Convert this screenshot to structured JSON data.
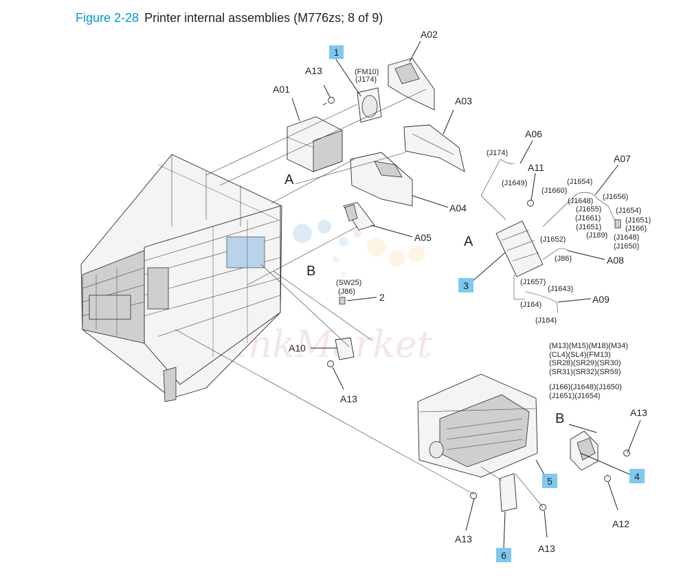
{
  "figure": {
    "number": "Figure 2-28",
    "caption": "Printer internal assemblies (M776zs; 8 of 9)"
  },
  "colors": {
    "figure_number": "#0096d6",
    "callout_box": "#7fc8ef",
    "ink": "#231f20"
  },
  "watermark": {
    "text": "InkMarket"
  },
  "callouts": [
    "1",
    "2",
    "3",
    "4",
    "5",
    "6"
  ],
  "parts": {
    "a01": "A01",
    "a02": "A02",
    "a03": "A03",
    "a04": "A04",
    "a05": "A05",
    "a06": "A06",
    "a07": "A07",
    "a08": "A08",
    "a09": "A09",
    "a10": "A10",
    "a11": "A11",
    "a12": "A12",
    "a13": "A13"
  },
  "markers": {
    "a": "A",
    "b": "B"
  },
  "connectors": {
    "fan": [
      "(FM10)",
      "(J174)"
    ],
    "a06_top": "(J174)",
    "a06_bottom": "(J1649)",
    "a07_list": [
      "(J1654)",
      "(J1660)",
      "(J1656)",
      "(J1648)",
      "(J1655)",
      "(J1654)",
      "(J1661)",
      "(J1651)",
      "(J1651)",
      "(J166)",
      "(J189)",
      "(J1648)",
      "(J1650)"
    ],
    "a08_list": [
      "(J1652)",
      "(J86)"
    ],
    "a09_list": [
      "(J1657)",
      "(J1643)",
      "(J164)",
      "(J184)"
    ],
    "sensor": [
      "(SW25)",
      "(J86)"
    ],
    "assembly5": [
      "(M13)(M15)(M18)(M34)",
      "(CL4)(SL4)(FM13)",
      "(SR28)(SR29)(SR30)",
      "(SR31)(SR32)(SR59)",
      "(J166)(J1648)(J1650)",
      "(J1651)(J1654)"
    ]
  }
}
